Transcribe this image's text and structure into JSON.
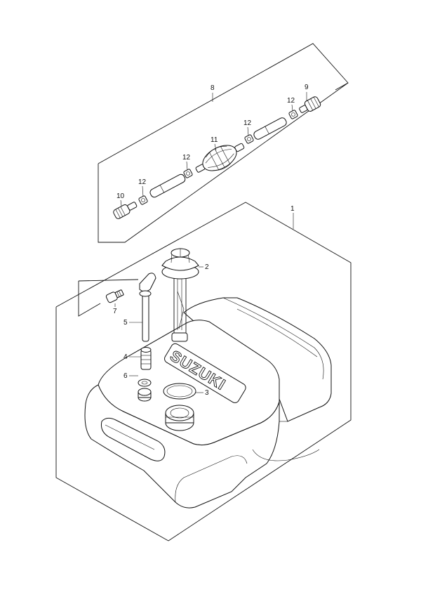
{
  "callouts": {
    "c1": "1",
    "c2": "2",
    "c3": "3",
    "c4": "4",
    "c5": "5",
    "c6": "6",
    "c7": "7",
    "c8": "8",
    "c9": "9",
    "c10": "10",
    "c11": "11",
    "c12a": "12",
    "c12b": "12",
    "c12c": "12",
    "c12d": "12"
  },
  "tank": {
    "brand": "SUZUKI"
  }
}
